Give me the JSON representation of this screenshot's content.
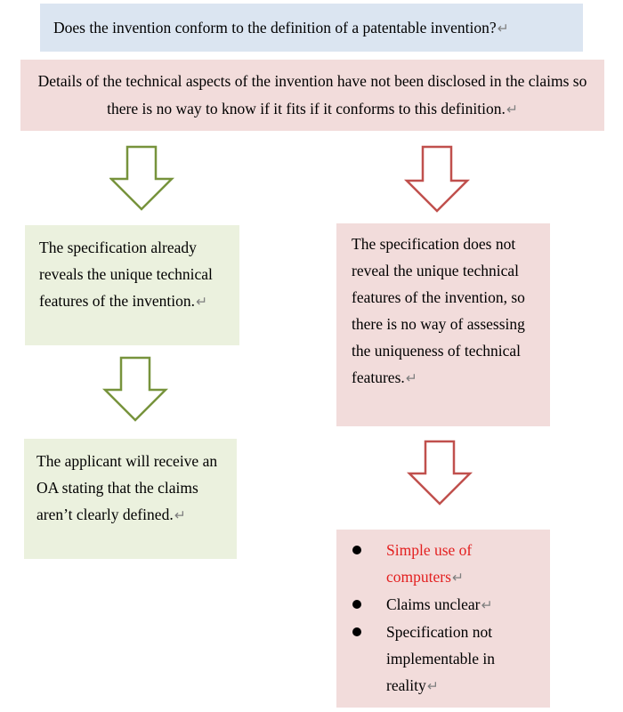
{
  "question": {
    "text": "Does the invention conform to the definition of a patentable invention?",
    "mark": "↵"
  },
  "problem": {
    "text": "Details of the technical aspects of the invention have not been disclosed in the claims so there is no way to know if it fits if it conforms to this definition.",
    "mark": "↵"
  },
  "left_branch": {
    "step1": {
      "text": "The specification already reveals the unique technical features of the invention.",
      "mark": "↵"
    },
    "step2": {
      "text": "The applicant will receive an OA stating that the claims aren’t clearly defined.",
      "mark": "↵"
    }
  },
  "right_branch": {
    "step1": {
      "text": "The specification does not reveal the unique technical features of the invention, so there is no way of assessing the uniqueness of technical features.",
      "mark": "↵"
    },
    "reasons": [
      {
        "text": "Simple use of computers",
        "mark": "↵"
      },
      {
        "text": "Claims unclear",
        "mark": "↵"
      },
      {
        "text": "Specification not implementable in reality",
        "mark": "↵"
      }
    ]
  },
  "colors": {
    "question_fill": "#dbe5f1",
    "problem_fill": "#f2dcdb",
    "left_fill": "#ebf1de",
    "right_fill": "#f2dcdb",
    "left_arrow_stroke": "#77933c",
    "right_arrow_stroke": "#c0504d",
    "highlight_text": "#e32020"
  },
  "icons": {
    "arrows": "down-arrow-icon",
    "bullets": "bullet-icon"
  }
}
